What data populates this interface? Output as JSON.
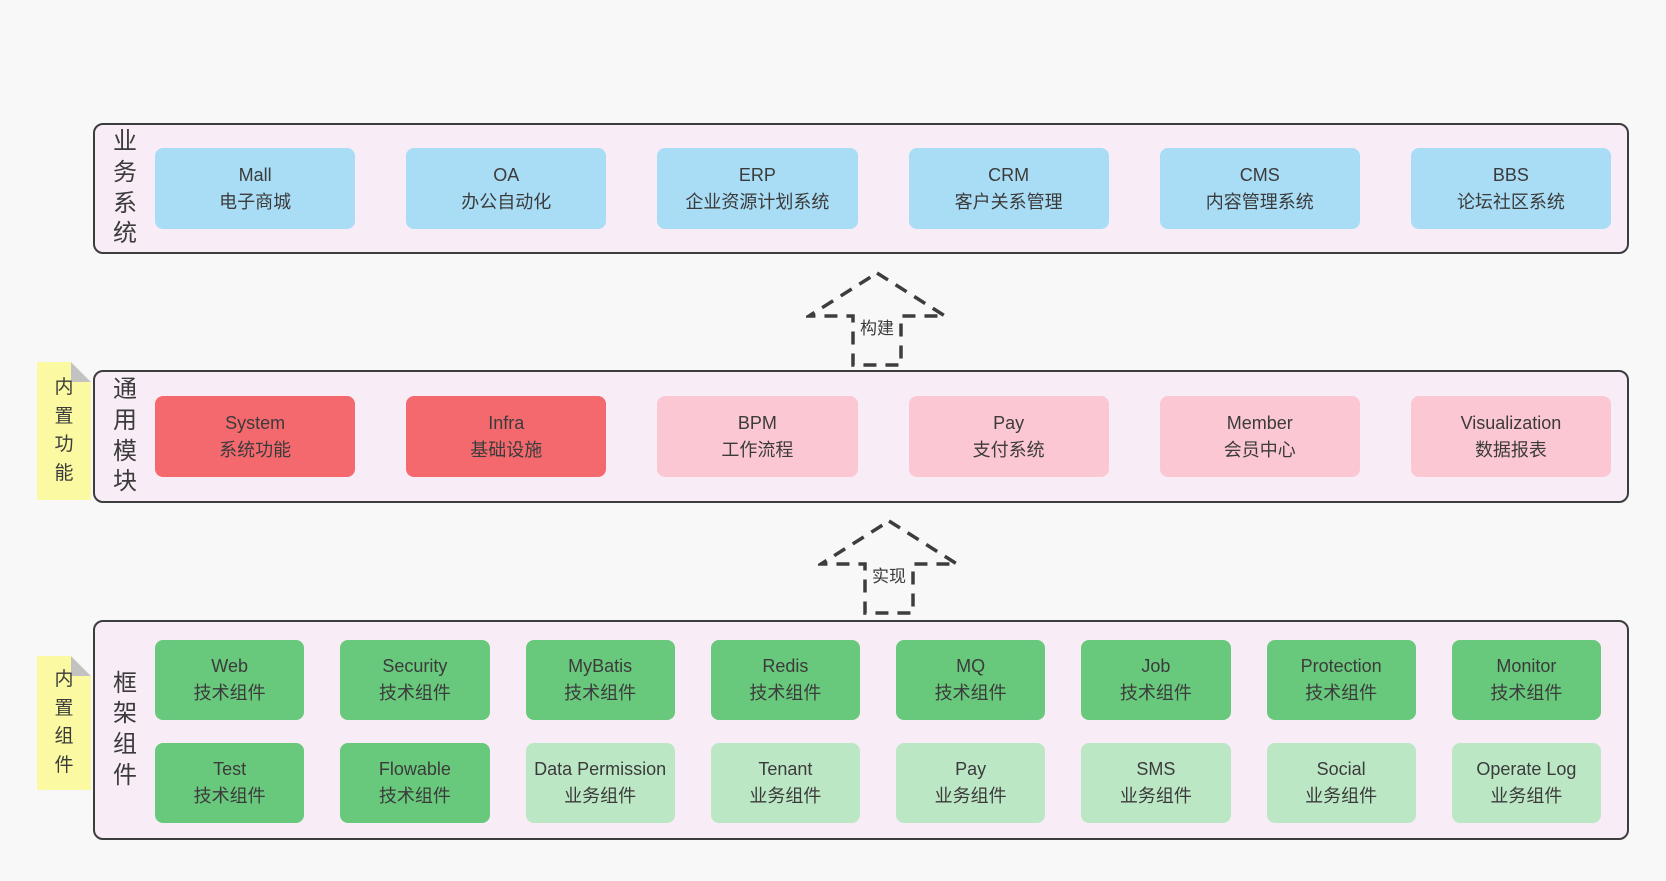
{
  "colors": {
    "page_bg": "#f8f8f8",
    "panel_bg": "#f8edf6",
    "panel_border": "#3d3d3d",
    "box_blue": "#a9dcf5",
    "box_red": "#f3696e",
    "box_pink": "#fbc7d2",
    "box_green": "#68c87c",
    "box_green_light": "#bce7c5",
    "note_yellow": "#fbf9a2",
    "note_fold": "#c2c2c2",
    "text": "#3b3b3b"
  },
  "arrows": [
    {
      "label": "构建"
    },
    {
      "label": "实现"
    }
  ],
  "layers": {
    "business": {
      "side_label": "业务系统",
      "boxes": [
        {
          "name": "Mall",
          "desc": "电子商城",
          "variant": "blue"
        },
        {
          "name": "OA",
          "desc": "办公自动化",
          "variant": "blue"
        },
        {
          "name": "ERP",
          "desc": "企业资源计划系统",
          "variant": "blue"
        },
        {
          "name": "CRM",
          "desc": "客户关系管理",
          "variant": "blue"
        },
        {
          "name": "CMS",
          "desc": "内容管理系统",
          "variant": "blue"
        },
        {
          "name": "BBS",
          "desc": "论坛社区系统",
          "variant": "blue"
        }
      ]
    },
    "modules": {
      "side_label": "通用模块",
      "note": "内置功能",
      "boxes": [
        {
          "name": "System",
          "desc": "系统功能",
          "variant": "red"
        },
        {
          "name": "Infra",
          "desc": "基础设施",
          "variant": "red"
        },
        {
          "name": "BPM",
          "desc": "工作流程",
          "variant": "pink"
        },
        {
          "name": "Pay",
          "desc": "支付系统",
          "variant": "pink"
        },
        {
          "name": "Member",
          "desc": "会员中心",
          "variant": "pink"
        },
        {
          "name": "Visualization",
          "desc": "数据报表",
          "variant": "pink"
        }
      ]
    },
    "components": {
      "side_label": "框架组件",
      "note": "内置组件",
      "row1": [
        {
          "name": "Web",
          "desc": "技术组件",
          "variant": "green"
        },
        {
          "name": "Security",
          "desc": "技术组件",
          "variant": "green"
        },
        {
          "name": "MyBatis",
          "desc": "技术组件",
          "variant": "green"
        },
        {
          "name": "Redis",
          "desc": "技术组件",
          "variant": "green"
        },
        {
          "name": "MQ",
          "desc": "技术组件",
          "variant": "green"
        },
        {
          "name": "Job",
          "desc": "技术组件",
          "variant": "green"
        },
        {
          "name": "Protection",
          "desc": "技术组件",
          "variant": "green"
        },
        {
          "name": "Monitor",
          "desc": "技术组件",
          "variant": "green"
        }
      ],
      "row2": [
        {
          "name": "Test",
          "desc": "技术组件",
          "variant": "green"
        },
        {
          "name": "Flowable",
          "desc": "技术组件",
          "variant": "green"
        },
        {
          "name": "Data Permission",
          "desc": "业务组件",
          "variant": "green-light"
        },
        {
          "name": "Tenant",
          "desc": "业务组件",
          "variant": "green-light"
        },
        {
          "name": "Pay",
          "desc": "业务组件",
          "variant": "green-light"
        },
        {
          "name": "SMS",
          "desc": "业务组件",
          "variant": "green-light"
        },
        {
          "name": "Social",
          "desc": "业务组件",
          "variant": "green-light"
        },
        {
          "name": "Operate Log",
          "desc": "业务组件",
          "variant": "green-light"
        }
      ]
    }
  }
}
